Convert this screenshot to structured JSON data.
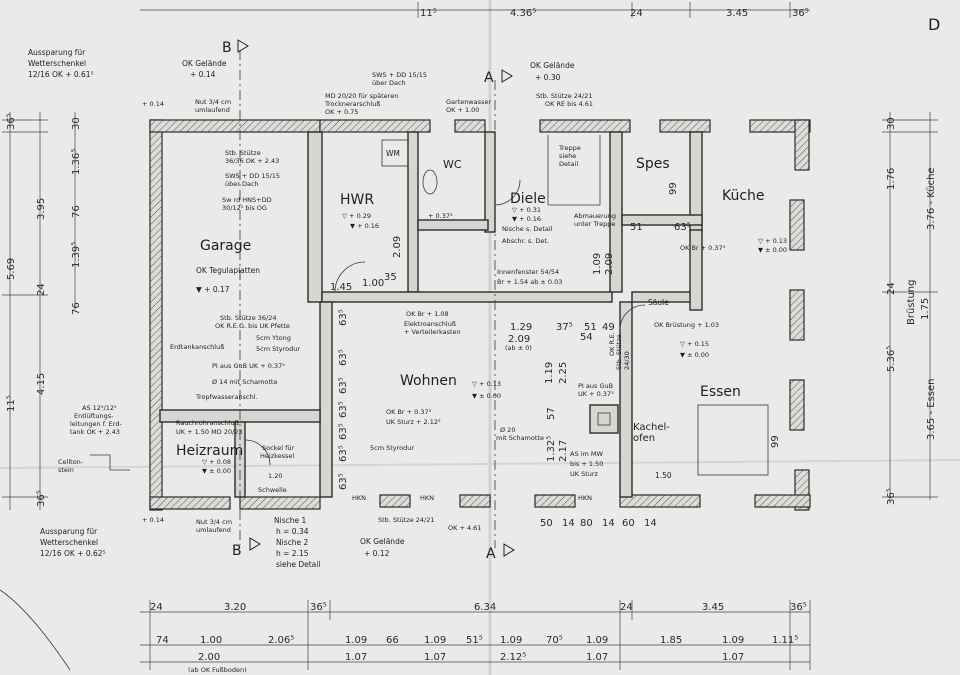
{
  "rooms": {
    "garage": "Garage",
    "hwr": "HWR",
    "wm": "WM",
    "wc": "WC",
    "diele": "Diele",
    "spes": "Spes",
    "kueche": "Küche",
    "wohnen": "Wohnen",
    "essen": "Essen",
    "heizraum": "Heizraum",
    "kachelofen": "Kachel-\nofen",
    "saeule": "Säule"
  },
  "annotations": {
    "aussparung_top_1": "Aussparung für",
    "aussparung_top_2": "Wetterschenkel",
    "aussparung_top_3": "12/16  OK + 0.61⁵",
    "ok_gelaende_left": "OK Gelände",
    "ok_gelaende_left_val": "+ 0.14",
    "nut_top": "Nut 3/4 cm",
    "nut_top_2": "umlaufend",
    "sws_dd_top": "SWS + DD 15/15",
    "sws_dd_top_2": "über Dach",
    "md_top": "MD 20/20 für späteren",
    "md_top_2": "Trocknerarschluß",
    "md_top_3": "OK + 0.75",
    "gartenwasser": "Gartenwasser",
    "gartenwasser_2": "OK + 1.00",
    "ok_gelaende_top": "OK Gelände",
    "ok_gelaende_top_val": "+ 0.30",
    "stb_stuetze_top": "Stb. Stütze 24/21",
    "stb_stuetze_top_2": "OK RE bis 4.61",
    "stb_stuetze_garage": "Stb. Stütze",
    "stb_stuetze_garage_2": "36/36 OK + 2.43",
    "sws_dd_garage": "SWS + DD 15/15",
    "sws_dd_garage_2": "über Dach",
    "sw_rd": "Sw rd HNS+DD",
    "sw_rd_2": "30/12⁵ bis OG",
    "treppe": "Treppe",
    "treppe_2": "siehe",
    "treppe_3": "Detail",
    "hwr_lvl_1": "▽ + 0.29",
    "hwr_lvl_2": "▼ + 0.16",
    "wc_lvl": "+ 0.37⁵",
    "diele_lvl_1": "▽ + 0.31",
    "diele_lvl_2": "▼ + 0.16",
    "nische": "Nische s. Detail",
    "absch": "Abschr. s. Det.",
    "abmauerung": "Abmauerung",
    "abmauerung_2": "unter Treppe",
    "ok_br_kueche": "OK Br + 0.37⁵",
    "kueche_lvl_1": "▽ + 0.13",
    "kueche_lvl_2": "▼ ± 0.00",
    "innenfenster": "Innenfenster 54/54",
    "innenfenster_2": "Br + 1.54  ab ± 0.03",
    "ok_tegula": "OK Tegulaplatten",
    "ok_tegula_2": "▼ + 0.17",
    "stb_stuetze_mid": "Stb. Stütze 36/24",
    "stb_stuetze_mid_2": "OK R.E.G. bis UK Pfette",
    "ytong": "5cm Ytong",
    "styrodur": "5cm Styrodur",
    "erdtank": "Erdtankanschluß",
    "pi_gub": "PI aus GuB UK + 0.37⁵",
    "schamotte": "Ø 14 mit Schamotte",
    "tropfwasser": "Tropfwasseranschl.",
    "ok_br_108": "OK Br + 1.08",
    "elektro": "Elektroanschluß",
    "elektro_2": "+ Verteilerkasten",
    "ok_bruestung": "OK Brüstung + 1.03",
    "essen_lvl_1": "▽ + 0.15",
    "essen_lvl_2": "▼ ± 0.00",
    "wohnen_lvl_1": "▽ + 0.13",
    "wohnen_lvl_2": "▼ ± 0.00",
    "ok_br_037": "OK Br + 0.37⁵",
    "uk_sturz": "UK Sturz + 2.12⁵",
    "styrodur_mid": "5cm Styrodur",
    "pi_gub_2": "PI aus GuB",
    "pi_gub_2b": "UK + 0.37⁵",
    "stb_stuetze_essen": "Stb. Stütze",
    "stb_stuetze_essen_2": "24/30",
    "phi20": "Ø 20",
    "phi20_2": "mit Schamotte",
    "as_mw": "AS im MW",
    "as_mw_2": "bis + 1.50",
    "as_mw_3": "UK Sturz",
    "kachel_150": "1.50",
    "entlueftung": "AS 12⁵/12⁵",
    "entlueftung_2": "Entlüftungs-",
    "entlueftung_3": "leitungen f. Erd-",
    "entlueftung_4": "tank OK + 2.43",
    "celltonstein": "Cellton-",
    "celltonstein_2": "stein",
    "rauchrohr": "Rauchrohranschluß",
    "rauchrohr_2": "UK + 1.50  MD 20/23",
    "heizraum_lvl_1": "▽ + 0.08",
    "heizraum_lvl_2": "▼ ± 0.00",
    "sockel": "Sockel für",
    "sockel_2": "Heizkessel",
    "sockel_3": "1.20",
    "nut_bottom": "Nut 3/4 cm",
    "nut_bottom_2": "umlaufend",
    "nische1": "Nische 1",
    "nische1_2": "h = 0.34",
    "nische2": "Nische 2",
    "nische2_2": "h = 2.15",
    "nische2_3": "siehe Detail",
    "stb_stuetze_bottom": "Stb. Stütze 24/21",
    "stb_stuetze_bottom_2": "OK + 4.61",
    "ok_gelaende_bottom": "OK Gelände",
    "ok_gelaende_bottom_val": "+ 0.12",
    "aussparung_bottom_1": "Aussparung für",
    "aussparung_bottom_2": "Wetterschenkel",
    "aussparung_bottom_3": "12/16  OK + 0.62⁵",
    "hkn_1": "HKN",
    "hkn_2": "HKN",
    "hkn_3": "HKN",
    "ab_ok_fb": "(ab OK Fußboden)",
    "ab_ok": "(ab ± 0)",
    "stuetze_essen_3": "OK R.E.",
    "fussbodenhoehe": "+ 0.14",
    "schwelle": "Schwelle",
    "ok_lvl_garage": "+ 0.14"
  },
  "sections": {
    "a_top": "A",
    "a_bottom": "A",
    "b_top": "B",
    "b_bottom": "B",
    "d_corner": "D"
  },
  "dims_top": {
    "d1": "11⁵",
    "d2": "4.36⁵",
    "d3": "24",
    "d4": "3.45",
    "d5": "36⁵"
  },
  "dims_bottom_1": {
    "d1": "24",
    "d2": "3.20",
    "d3": "36⁵",
    "d4": "6.34",
    "d5": "24",
    "d6": "3.45",
    "d7": "36⁵"
  },
  "dims_bottom_2": {
    "d1": "74",
    "d2": "1.00",
    "d3": "2.06⁵",
    "d4": "1.09",
    "d5": "66",
    "d6": "1.09",
    "d7": "51⁵",
    "d8": "1.09",
    "d9": "70⁵",
    "d10": "1.09",
    "d11": "1.85",
    "d12": "1.09",
    "d13": "1.11⁵"
  },
  "dims_bottom_3": {
    "d1": "2.00",
    "d2": "1.07",
    "d3": "1.07",
    "d4": "2.12⁵",
    "d5": "1.07",
    "d6": "1.07"
  },
  "dims_left": {
    "d1": "36⁵",
    "d2": "3.95",
    "d3": "5.69",
    "d4": "4.15",
    "d5": "11⁵",
    "d6": "36⁵",
    "d7": "1.36⁵",
    "d8": "1.39⁵",
    "d9": "24",
    "d10": "76",
    "d11": "76",
    "d12": "30"
  },
  "dims_right": {
    "d1": "30",
    "d2": "1.76",
    "d3": "3.76 - Küche",
    "d4": "5.36⁵",
    "d5": "3.65 - Essen",
    "d6": "Brüstung",
    "d7": "36⁵",
    "d8": "24",
    "d9": "1.75"
  },
  "inner_dims": {
    "i1": "1.29",
    "i2": "2.09",
    "i3": "37⁵",
    "i4": "51",
    "i5": "49",
    "i6": "54",
    "i7": "1.19",
    "i8": "2.25",
    "i9": "57",
    "i10": "1.32⁵",
    "i11": "2.17",
    "i12": "1.09",
    "i13": "2.09",
    "i14": "99",
    "i15": "51",
    "i16": "63⁵",
    "i17": "50",
    "i18": "14",
    "i19": "80",
    "i20": "14",
    "i21": "60",
    "i22": "14",
    "i23": "99",
    "i24": "1.45",
    "i25": "1.00",
    "i26": "35",
    "i27": "2.09",
    "i28": "63⁵",
    "i29": "63⁵",
    "i30": "63⁵",
    "i31": "63⁵",
    "i32": "63⁵",
    "i33": "63⁵",
    "i34": "63⁵"
  },
  "colors": {
    "paper": "#e9ebe8",
    "ink": "#1f1f1f",
    "wall": "#d6d7d3"
  }
}
